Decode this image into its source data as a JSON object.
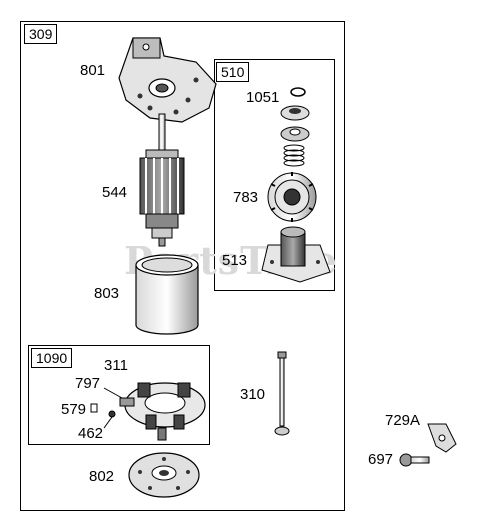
{
  "assemblies": {
    "main": "309",
    "gear_assembly": "510",
    "brush_assembly": "1090"
  },
  "parts": {
    "p801": "801",
    "p544": "544",
    "p803": "803",
    "p311": "311",
    "p797": "797",
    "p579": "579",
    "p462": "462",
    "p802": "802",
    "p1051": "1051",
    "p783": "783",
    "p513": "513",
    "p310": "310",
    "p729a": "729A",
    "p697": "697"
  },
  "watermark": "PartsTree"
}
